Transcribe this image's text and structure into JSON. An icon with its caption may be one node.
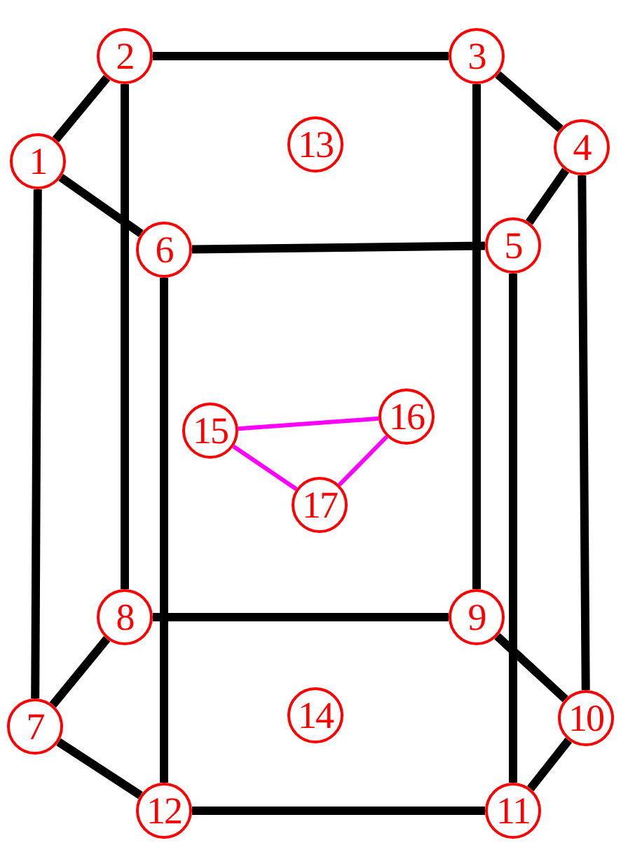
{
  "diagram": {
    "nodes": [
      {
        "text": [
          "1"
        ]
      },
      {
        "text": [
          "2"
        ]
      },
      {
        "text": [
          "3"
        ]
      },
      {
        "text": [
          "4"
        ]
      },
      {
        "text": [
          "5"
        ]
      },
      {
        "text": [
          "6"
        ]
      },
      {
        "text": [
          "7"
        ]
      },
      {
        "text": [
          "8"
        ]
      },
      {
        "text": [
          "9"
        ]
      },
      {
        "text": [
          "10"
        ]
      },
      {
        "text": [
          "11"
        ]
      },
      {
        "text": [
          "12"
        ]
      },
      {
        "text": [
          "13"
        ]
      },
      {
        "text": [
          "14"
        ]
      },
      {
        "text": [
          "15"
        ]
      },
      {
        "text": [
          "16"
        ]
      },
      {
        "text": [
          "17"
        ]
      }
    ],
    "edges": [
      {
        "from": 0,
        "to": 1,
        "arrow": "none"
      },
      {
        "from": 1,
        "to": 2,
        "arrow": "none"
      },
      {
        "from": 2,
        "to": 3,
        "arrow": "none"
      },
      {
        "from": 3,
        "to": 4,
        "arrow": "none"
      },
      {
        "from": 4,
        "to": 5,
        "arrow": "none"
      },
      {
        "from": 5,
        "to": 0,
        "arrow": "none"
      },
      {
        "from": 0,
        "to": 6,
        "arrow": "none"
      },
      {
        "from": 1,
        "to": 7,
        "arrow": "none"
      },
      {
        "from": 2,
        "to": 8,
        "arrow": "none"
      },
      {
        "from": 3,
        "to": 9,
        "arrow": "none"
      },
      {
        "from": 4,
        "to": 10,
        "arrow": "none"
      },
      {
        "from": 5,
        "to": 11,
        "arrow": "none"
      },
      {
        "from": 6,
        "to": 7,
        "arrow": "none"
      },
      {
        "from": 7,
        "to": 8,
        "arrow": "none"
      },
      {
        "from": 8,
        "to": 9,
        "arrow": "none"
      },
      {
        "from": 9,
        "to": 10,
        "arrow": "none"
      },
      {
        "from": 10,
        "to": 11,
        "arrow": "none"
      },
      {
        "from": 11,
        "to": 6,
        "arrow": "none"
      },
      {
        "from": 14,
        "to": 15,
        "arrow": "none",
        "color": "#ff00ff"
      },
      {
        "from": 15,
        "to": 16,
        "arrow": "none",
        "color": "#ff00ff"
      },
      {
        "from": 16,
        "to": 14,
        "arrow": "none",
        "color": "#ff00ff"
      }
    ]
  }
}
